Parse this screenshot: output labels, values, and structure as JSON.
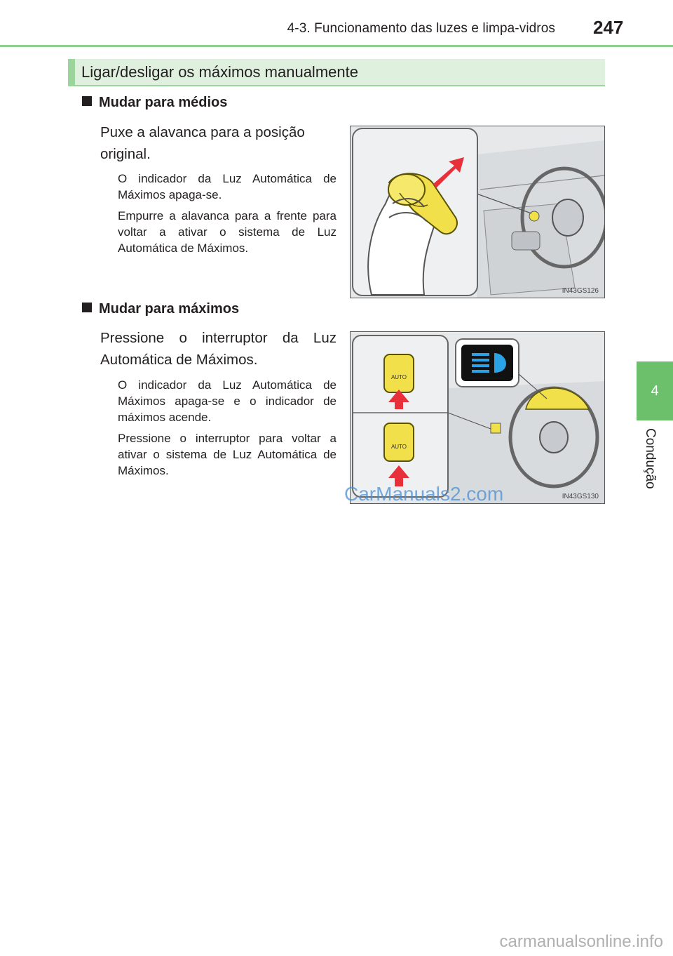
{
  "header": {
    "title": "4-3. Funcionamento das luzes e limpa-vidros",
    "page_number": "247"
  },
  "side_tab": {
    "chapter_number": "4",
    "chapter_label": "Condução"
  },
  "section": {
    "title": "Ligar/desligar os máximos manualmente"
  },
  "block1": {
    "heading": "Mudar para médios",
    "instruction": "Puxe a alavanca para a posição original.",
    "note1": "O indicador da Luz Automática de Máximos apaga-se.",
    "note2": "Empurre a alavanca para a frente para voltar a ativar o sistema de Luz Automática de Máximos.",
    "figure_code": "IN43GS126"
  },
  "block2": {
    "heading": "Mudar para máximos",
    "instruction": "Pressione o interruptor da Luz Automática de Máximos.",
    "note1": "O indicador da Luz Automática de Máximos apaga-se e o indicador de máximos acende.",
    "note2": "Pressione o interruptor para voltar a ativar o sistema de Luz Automática de Máximos.",
    "figure_code": "IN43GS130",
    "switch_label": "AUTO"
  },
  "watermarks": {
    "overlay": "CarManuals2.com",
    "footer": "carmanualsonline.info"
  },
  "colors": {
    "accent_green": "#6cc06c",
    "section_fill": "#dff0df",
    "highlight_yellow": "#f2e04a",
    "arrow_red": "#e8303a",
    "indicator_blue": "#2aa3e6"
  }
}
